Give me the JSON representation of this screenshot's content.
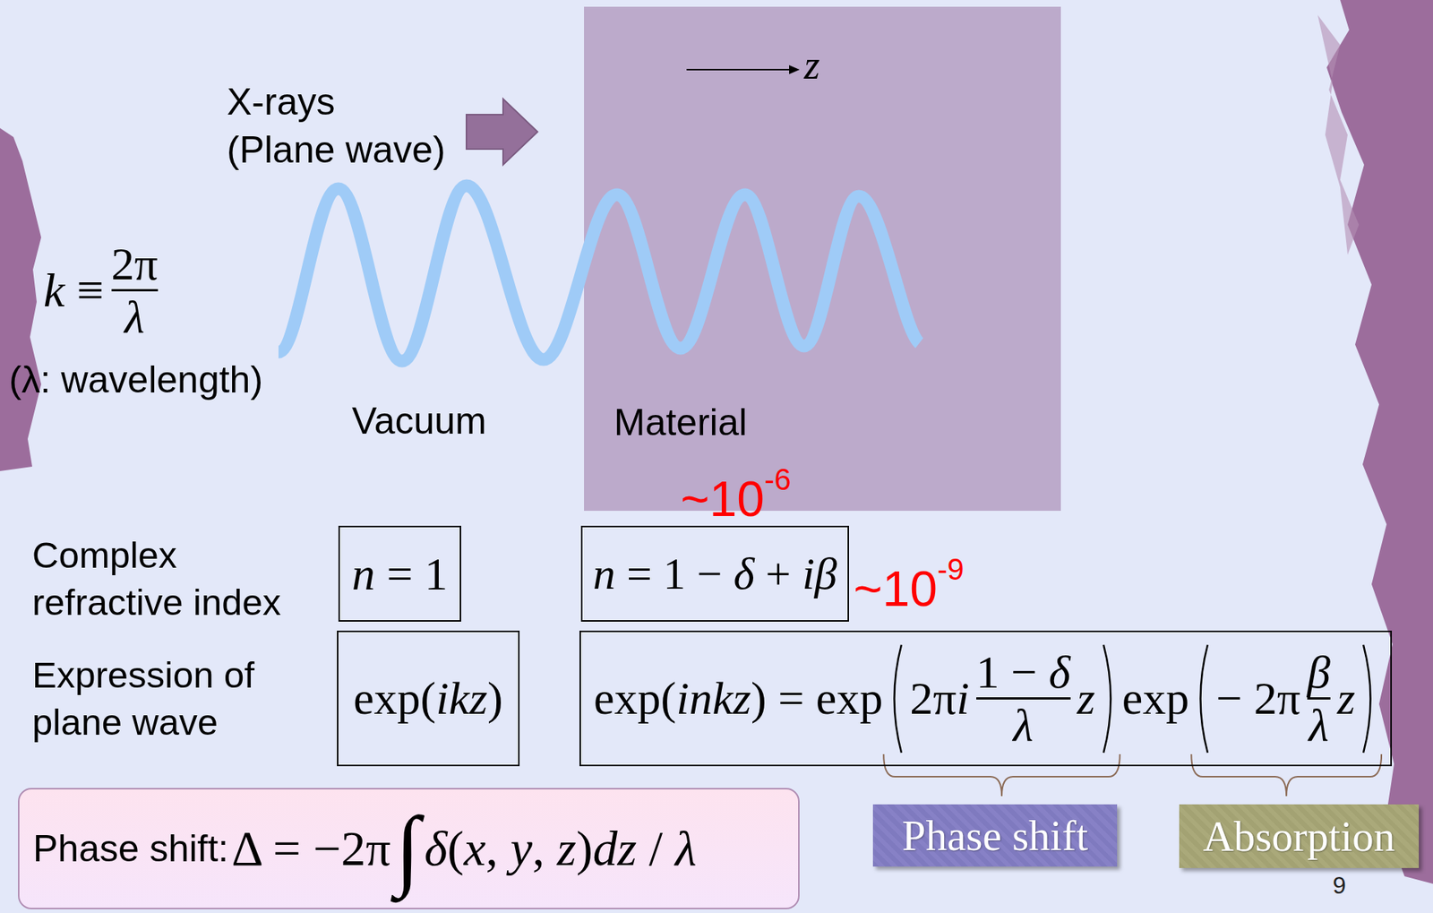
{
  "diagram": {
    "nodes": [
      {
        "text": [
          "Material"
        ]
      },
      {
        "text": [
          "n = 1"
        ]
      },
      {
        "text": [
          "n = 1 − δ + iβ"
        ]
      },
      {
        "text": [
          "exp(ikz)"
        ]
      },
      {
        "text": [
          "exp(inkz) = exp",
          "2πi",
          "1 − δ",
          "λ",
          "z",
          "exp",
          "− 2π",
          "β",
          "λ",
          "z"
        ]
      },
      {
        "text": [
          "Phase shift"
        ]
      },
      {
        "text": [
          "Absorption"
        ]
      },
      {
        "text": [
          "Phase shift:",
          "Δ = −2π",
          "∫",
          "δ(x, y, z)dz / λ"
        ]
      }
    ],
    "labels": [
      "z",
      "X-rays (Plane wave)",
      "k ≡",
      "2π",
      "λ",
      "(λ: wavelength)",
      "Vacuum",
      "~10",
      "-6",
      "~10",
      "-9",
      "Complex refractive index",
      "Expression of plane wave",
      "9"
    ]
  }
}
